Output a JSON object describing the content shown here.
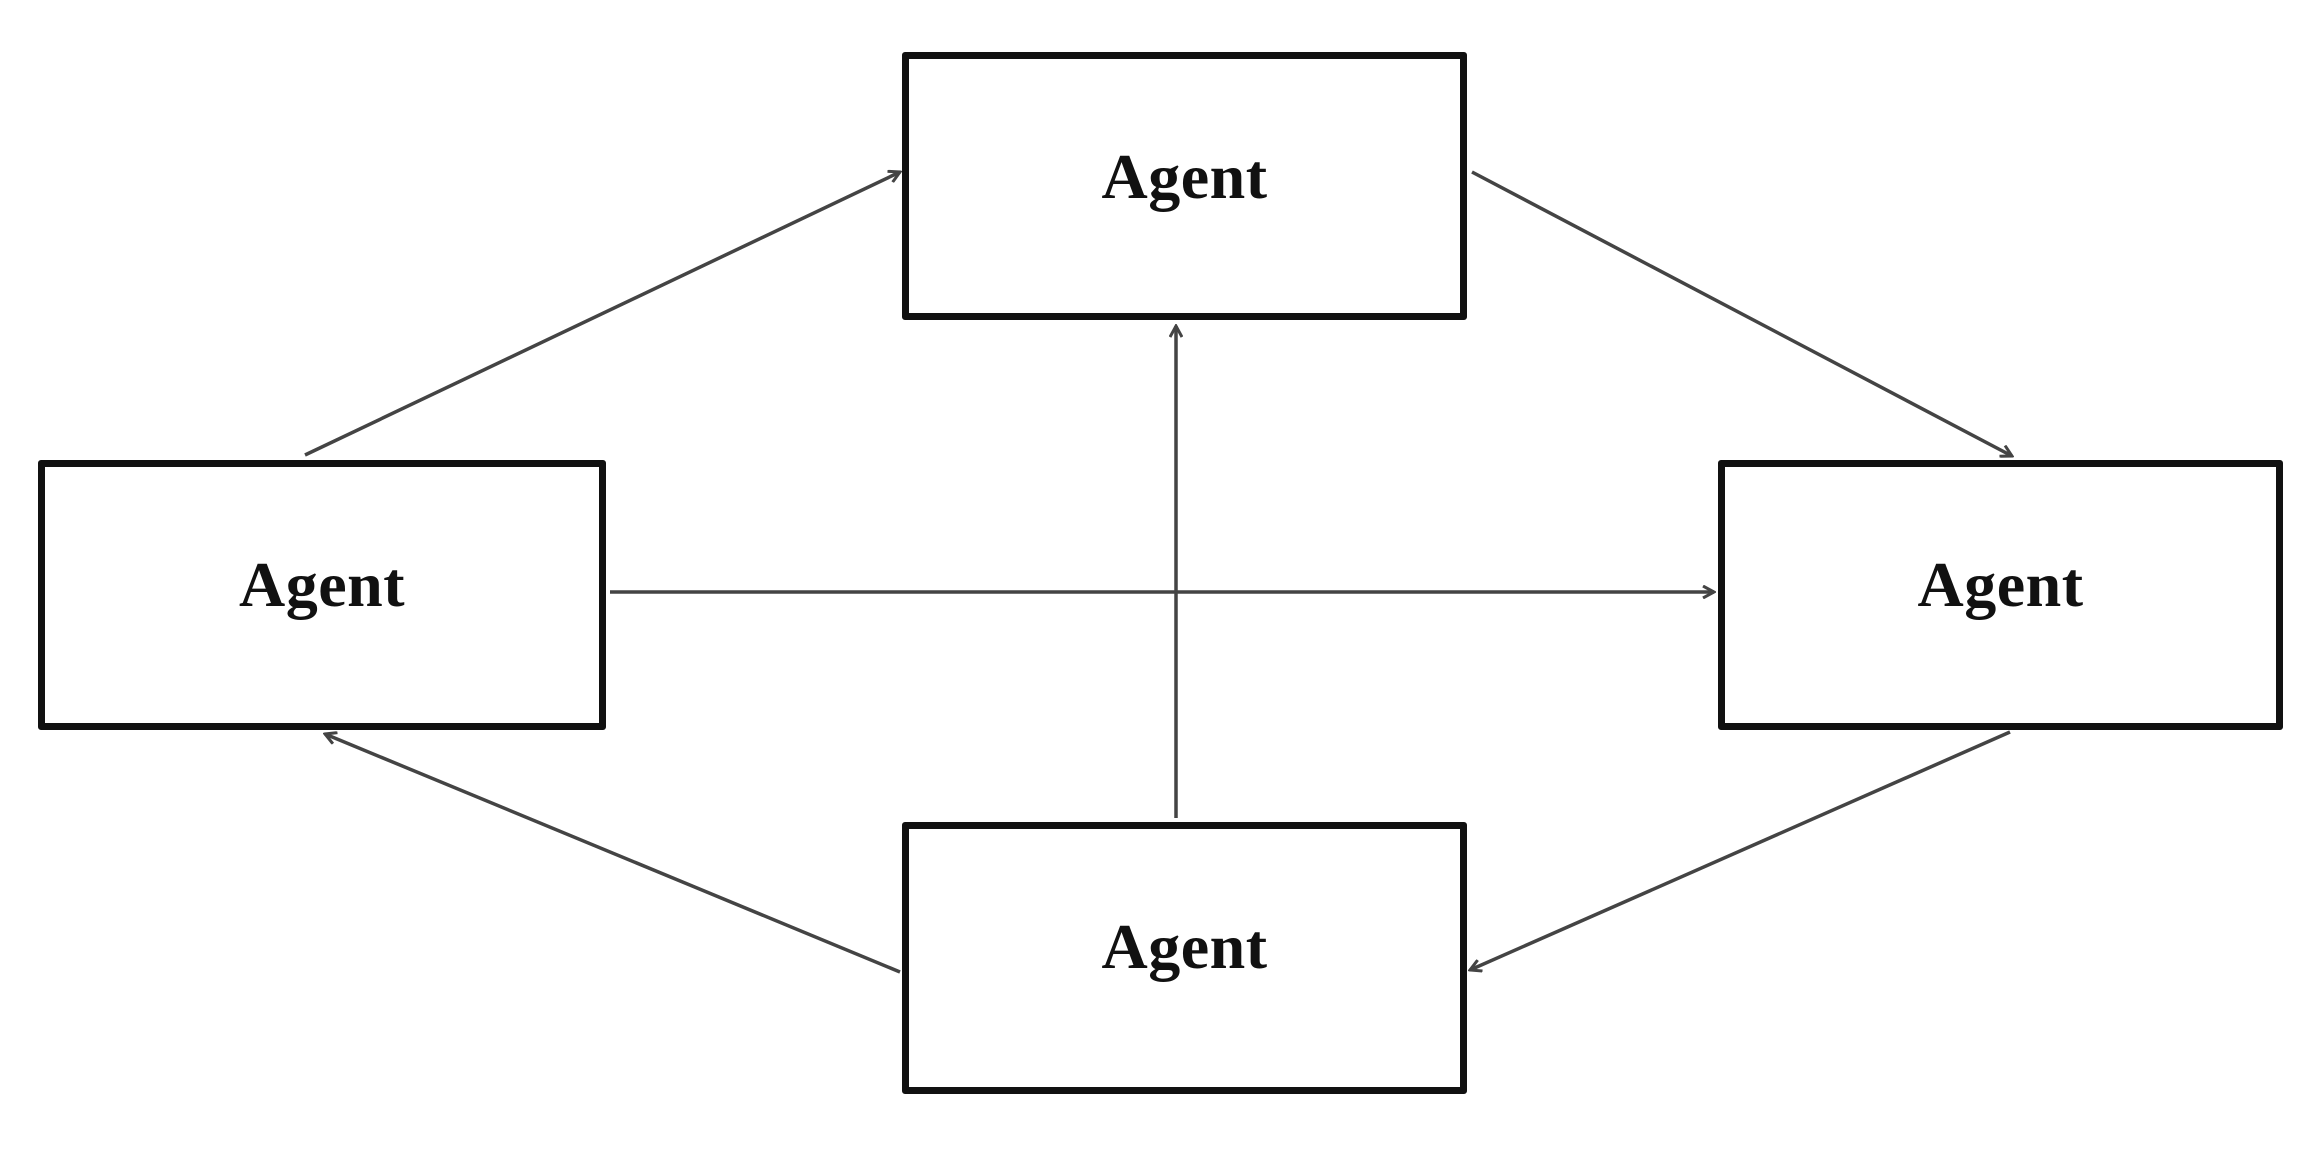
{
  "nodes": {
    "top": {
      "label": "Agent"
    },
    "left": {
      "label": "Agent"
    },
    "right": {
      "label": "Agent"
    },
    "bottom": {
      "label": "Agent"
    }
  },
  "edges": [
    {
      "from": "left",
      "to": "top"
    },
    {
      "from": "top",
      "to": "right"
    },
    {
      "from": "right",
      "to": "bottom"
    },
    {
      "from": "bottom",
      "to": "left"
    },
    {
      "from": "left",
      "to": "right"
    },
    {
      "from": "bottom",
      "to": "top"
    }
  ],
  "colors": {
    "box_border": "#111111",
    "edge": "#444444",
    "background": "#ffffff"
  }
}
